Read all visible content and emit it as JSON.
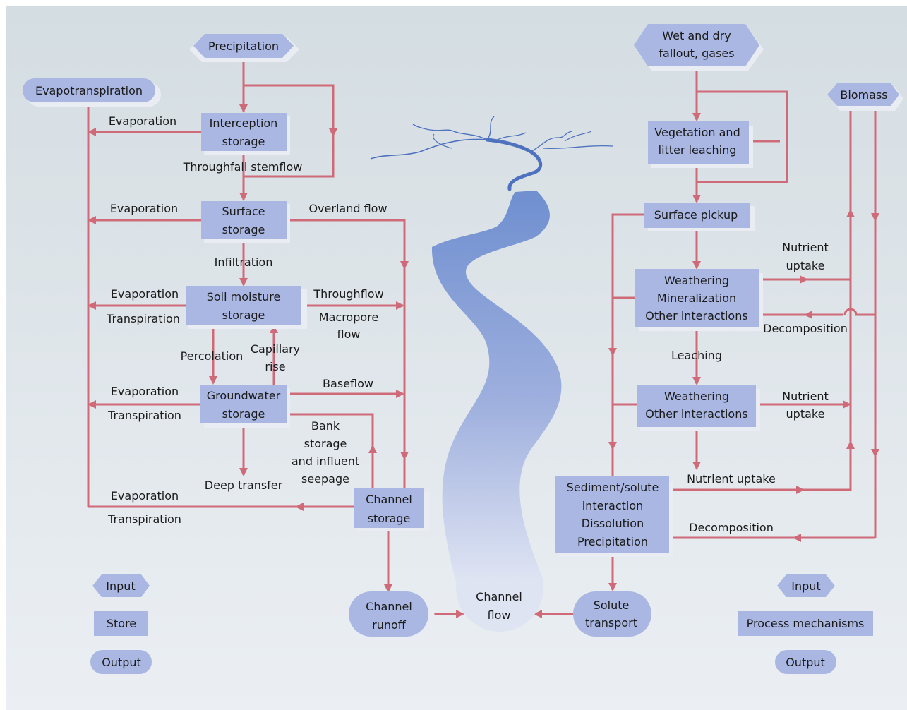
{
  "colors": {
    "background_top": "#d4dde2",
    "background_bottom": "#ebeff3",
    "node_fill": "#a9b7e2",
    "arrow": "#cf6b79",
    "river_top": "#6f8fd0",
    "river_bottom": "#dfe4f3"
  },
  "inputs": {
    "precipitation": "Precipitation",
    "wet_dry_fallout": [
      "Wet and dry",
      "fallout, gases"
    ],
    "biomass": "Biomass"
  },
  "outputs": {
    "evapotranspiration": "Evapotranspiration",
    "channel_runoff": [
      "Channel",
      "runoff"
    ],
    "solute_transport": [
      "Solute",
      "transport"
    ],
    "channel_flow": [
      "Channel",
      "flow"
    ]
  },
  "stores": {
    "interception": [
      "Interception",
      "storage"
    ],
    "surface": [
      "Surface",
      "storage"
    ],
    "soil_moisture": [
      "Soil moisture",
      "storage"
    ],
    "groundwater": [
      "Groundwater",
      "storage"
    ],
    "channel": [
      "Channel",
      "storage"
    ]
  },
  "processes": {
    "vegetation": [
      "Vegetation and",
      "litter leaching"
    ],
    "surface_pickup": "Surface pickup",
    "weathering_1": [
      "Weathering",
      "Mineralization",
      "Other interactions"
    ],
    "weathering_2": [
      "Weathering",
      "Other interactions"
    ],
    "sediment": [
      "Sediment/solute",
      "interaction",
      "Dissolution",
      "Precipitation"
    ]
  },
  "flow_labels": {
    "evaporation_1": "Evaporation",
    "evaporation_2": "Evaporation",
    "evaporation_3": "Evaporation",
    "evaporation_4": "Evaporation",
    "evaporation_5": "Evaporation",
    "transpiration_1": "Transpiration",
    "transpiration_2": "Transpiration",
    "transpiration_3": "Transpiration",
    "throughfall_stemflow": "Throughfall stemflow",
    "overland_flow": "Overland flow",
    "infiltration": "Infiltration",
    "throughflow": "Throughflow",
    "macropore_flow": [
      "Macropore",
      "flow"
    ],
    "percolation": "Percolation",
    "capillary_rise": [
      "Capillary",
      "rise"
    ],
    "baseflow": "Baseflow",
    "bank_storage": [
      "Bank",
      "storage",
      "and influent",
      "seepage"
    ],
    "deep_transfer": "Deep transfer",
    "nutrient_uptake_1": [
      "Nutrient",
      "uptake"
    ],
    "decomposition_1": "Decomposition",
    "leaching": "Leaching",
    "nutrient_uptake_2": [
      "Nutrient",
      "uptake"
    ],
    "nutrient_uptake_3": "Nutrient uptake",
    "decomposition_2": "Decomposition"
  },
  "legend": {
    "left": {
      "input": "Input",
      "store": "Store",
      "output": "Output"
    },
    "right": {
      "input": "Input",
      "process": "Process mechanisms",
      "output": "Output"
    }
  }
}
